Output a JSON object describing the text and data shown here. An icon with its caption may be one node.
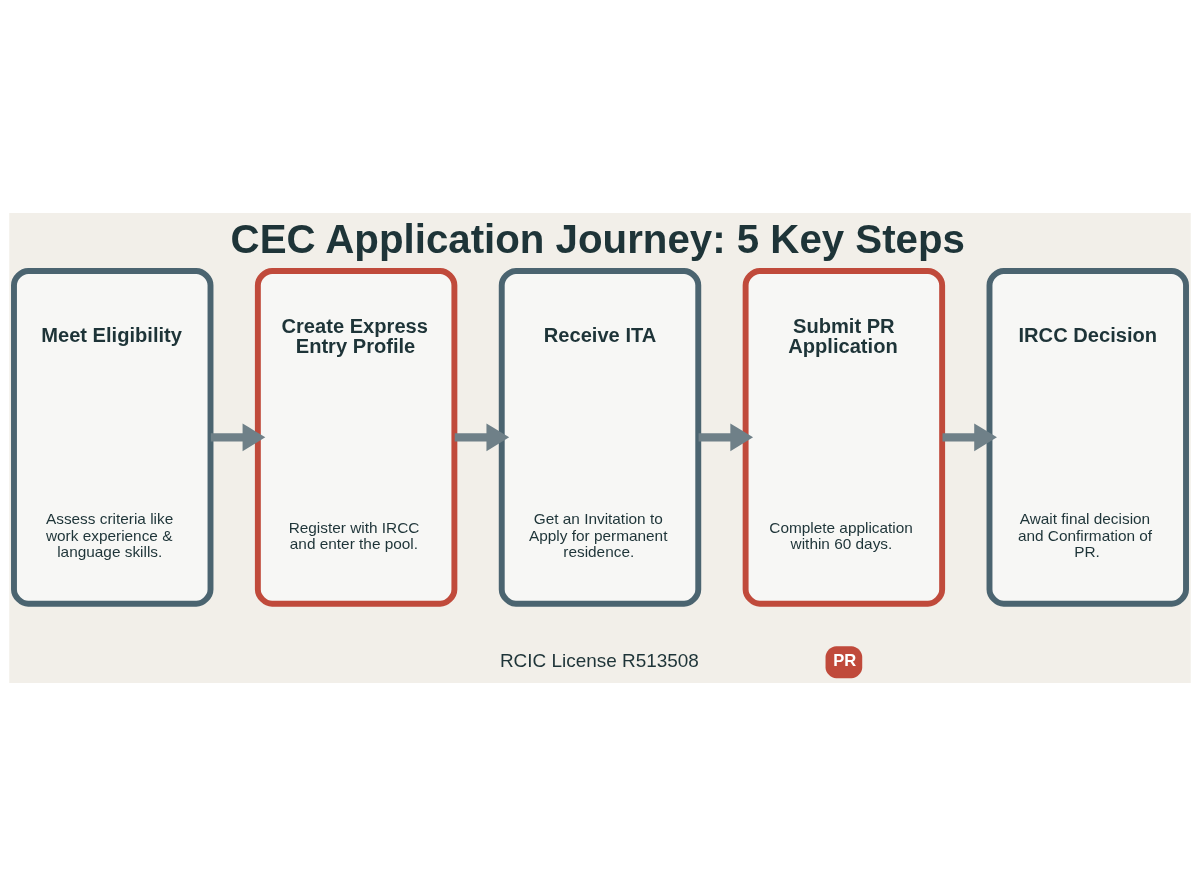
{
  "diagram": {
    "title": "CEC Application Journey: 5 Key Steps",
    "nodes": [
      {
        "text": [
          "Meet Eligibility",
          "Assess criteria like work experience & language skills."
        ]
      },
      {
        "text": [
          "Create Express Entry Profile",
          "Register with IRCC and enter the pool."
        ]
      },
      {
        "text": [
          "Receive ITA",
          "Get an Invitation to Apply for permanent residence."
        ]
      },
      {
        "text": [
          "Submit PR Application",
          "Complete application within 60 days."
        ]
      },
      {
        "text": [
          "IRCC Decision",
          "Await final decision and Confirmation of PR."
        ]
      }
    ],
    "edges": [
      {
        "from": 0,
        "to": 1,
        "arrow": "to"
      },
      {
        "from": 1,
        "to": 2,
        "arrow": "to"
      },
      {
        "from": 2,
        "to": 3,
        "arrow": "to"
      },
      {
        "from": 3,
        "to": 4,
        "arrow": "to"
      }
    ],
    "labels": [
      "PR",
      "RCIC License R513508"
    ]
  }
}
